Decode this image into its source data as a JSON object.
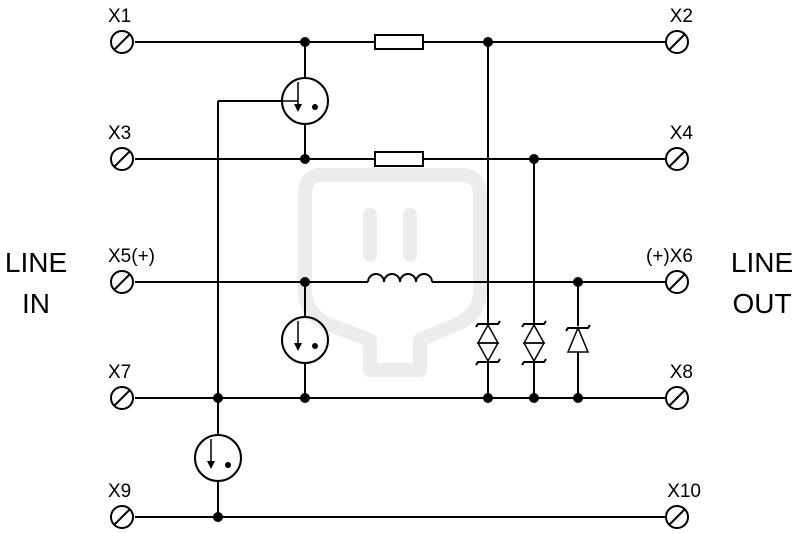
{
  "diagram": {
    "side_labels": {
      "left_line1": "LINE",
      "left_line2": "IN",
      "right_line1": "LINE",
      "right_line2": "OUT"
    },
    "terminals": {
      "x1": "X1",
      "x2": "X2",
      "x3": "X3",
      "x4": "X4",
      "x5": "X5(+)",
      "x6": "(+)X6",
      "x7": "X7",
      "x8": "X8",
      "x9": "X9",
      "x10": "X10"
    },
    "colors": {
      "line": "#000000",
      "watermark": "#ececec"
    }
  }
}
